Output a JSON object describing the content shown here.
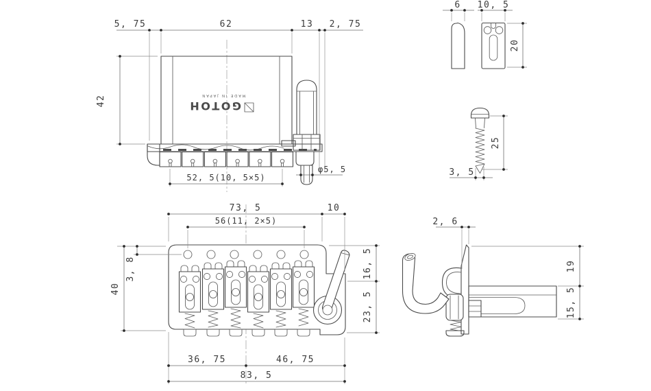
{
  "palette": {
    "background": "#ffffff",
    "outline": "#4a4a4a",
    "dimension_line": "#6e6e6e",
    "text": "#3a3a3a"
  },
  "logo": {
    "brand": "GOTOH",
    "origin": "MADE IN JAPAN"
  },
  "front_view": {
    "dim_plate_overhang": "5, 75",
    "dim_block_width": "62",
    "dim_arm_unit": "13",
    "dim_arm_edge": "2, 75",
    "dim_block_height": "42",
    "dim_string_spacing": "52, 5(10, 5×5)",
    "dim_arm_rod_dia": "φ5, 5"
  },
  "string_guide_view": {
    "dim_thickness": "6",
    "dim_width": "10, 5",
    "dim_height": "20"
  },
  "mount_screw_view": {
    "dim_length": "25",
    "dim_dia": "3, 5"
  },
  "plan_view": {
    "dim_plate_length": "73, 5",
    "dim_arm_offset": "10",
    "dim_screw_spacing": "56(11, 2×5)",
    "dim_hole_inset": "3, 8",
    "dim_plate_width": "40",
    "dim_arm_upper": "16, 5",
    "dim_arm_lower": "23, 5",
    "dim_center_left": "36, 75",
    "dim_center_right": "46, 75",
    "dim_overall_length": "83, 5"
  },
  "side_view": {
    "dim_plate_thickness": "2, 6",
    "dim_above_body": "19",
    "dim_below_body": "15, 5"
  }
}
